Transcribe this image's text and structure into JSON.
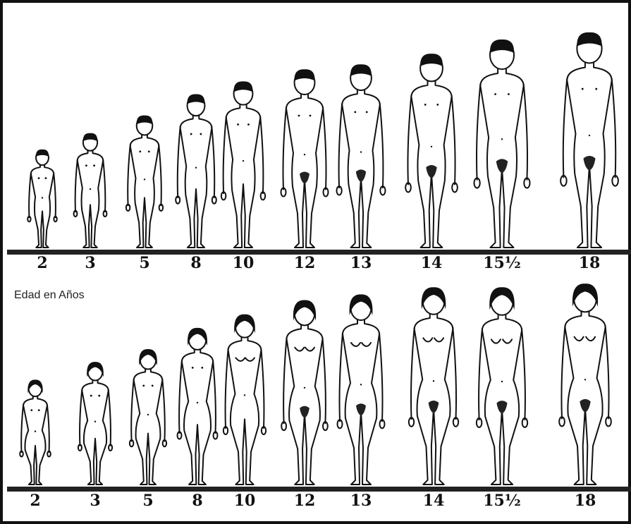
{
  "caption": "Edad en Años",
  "ages_top": [
    "2",
    "3",
    "5",
    "8",
    "10",
    "12",
    "13",
    "14",
    "15½",
    "18"
  ],
  "ages_bottom": [
    "2",
    "3",
    "5",
    "8",
    "10",
    "12",
    "13",
    "14",
    "15½",
    "18"
  ],
  "colors": {
    "ink": "#111111",
    "paper": "#ffffff"
  }
}
